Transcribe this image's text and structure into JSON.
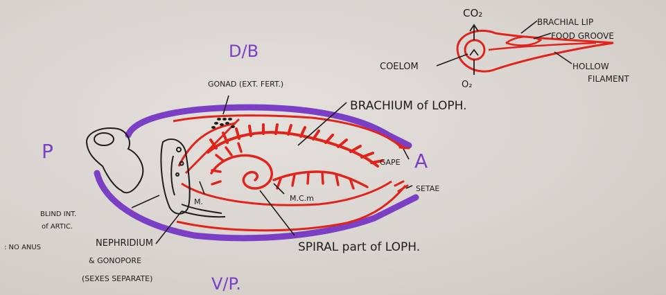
{
  "diagram": {
    "orientation": {
      "dorsal": "D/B",
      "ventral": "V/P.",
      "posterior": "P",
      "anterior": "A"
    },
    "labels": {
      "gonad": "GONAD (EXT. FERT.)",
      "brachium": "BRACHIUM of LOPH.",
      "gape": "GAPE",
      "setae": "SETAE",
      "m": "M.",
      "mcm": "M.C.m",
      "spiral": "SPIRAL part of LOPH.",
      "blind_int_1": "BLIND INT.",
      "blind_int_2": "of ARTIC.",
      "blind_int_3": ": NO ANUS",
      "nephridium_1": "NEPHRIDIUM",
      "nephridium_2": "& GONOPORE",
      "nephridium_3": "(SEXES SEPARATE)"
    },
    "inset": {
      "co2": "CO₂",
      "o2": "O₂",
      "coelom": "COELOM",
      "brachial_lip": "BRACHIAL LIP",
      "food_groove": "FOOD GROOVE",
      "hollow_1": "HOLLOW",
      "hollow_2": "FILAMENT"
    },
    "colors": {
      "red": "#e0241c",
      "purple": "#7a3fc4",
      "ink": "#1f1c1a"
    }
  }
}
